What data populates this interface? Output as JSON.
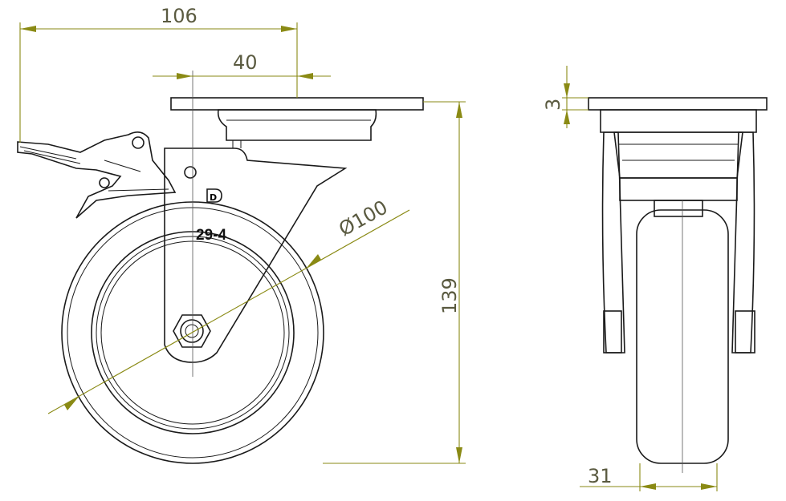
{
  "dimensions": {
    "overall_width": "106",
    "offset": "40",
    "height": "139",
    "wheel_diameter": "Ø100",
    "plate_thickness": "3",
    "wheel_width": "31"
  },
  "marking": {
    "logo": "D",
    "code": "29-4"
  },
  "colors": {
    "dimension": "#8a8a14",
    "outline": "#1a1a1a"
  }
}
